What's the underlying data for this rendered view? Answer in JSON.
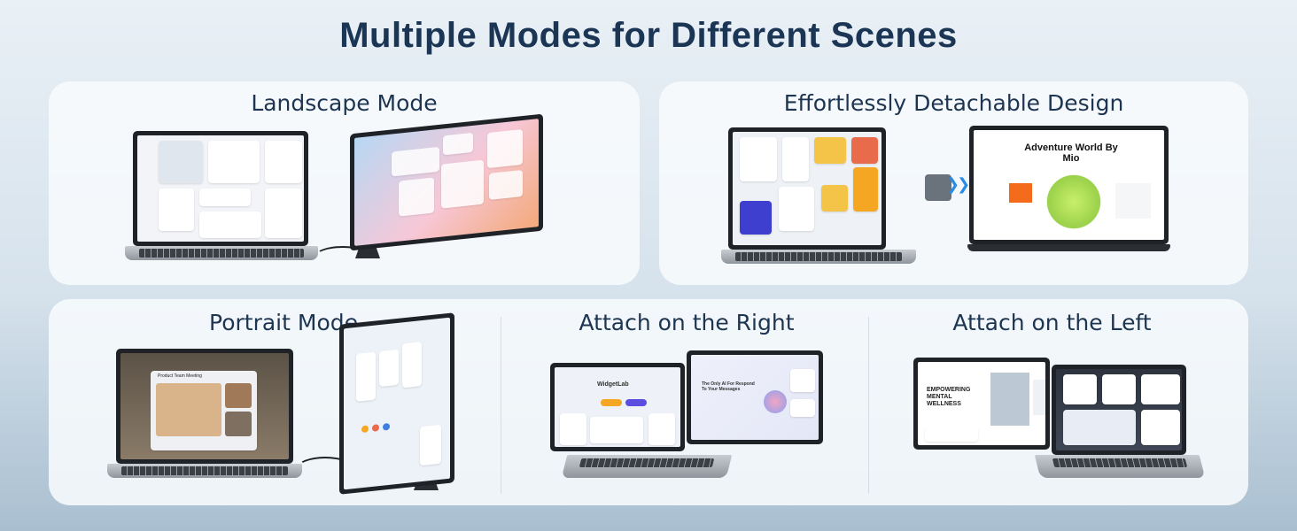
{
  "page": {
    "title": "Multiple Modes for Different Scenes"
  },
  "panels": {
    "landscape": {
      "title": "Landscape Mode"
    },
    "detachable": {
      "title": "Effortlessly Detachable Design"
    },
    "portrait": {
      "title": "Portrait Mode"
    },
    "attach_right": {
      "title": "Attach on the Right"
    },
    "attach_left": {
      "title": "Attach on the Left"
    }
  },
  "screens": {
    "detachable_monitor_heading": "Adventure World By Mio",
    "attach_right_laptop_heading": "WidgetLab",
    "attach_right_monitor_heading": "The Only AI For Respond To Your Messages",
    "attach_left_laptop_heading": "EMPOWERING MENTAL WELLNESS",
    "portrait_meeting_title": "Product Team Meeting"
  },
  "colors": {
    "accent_blue": "#2b8ce3",
    "title_navy": "#1b3655",
    "panel_bg": "#f7fafd"
  },
  "icons": {
    "detach_arrows": "triple-chevron-right-icon"
  }
}
